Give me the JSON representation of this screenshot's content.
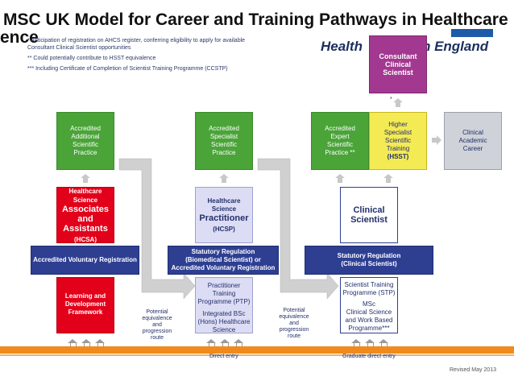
{
  "title_line1": "MSC UK Model for Career and Training Pathways in Healthcare",
  "title_line2": "ence",
  "notes": [
    "* Anticipation of registration on AHCS register, conferring eligibility to apply for available Consultant Clinical Scientist opportunities",
    "** Could potentially contribute to HSST equivalence",
    "*** Including Certificate of Completion of Scientist Training Programme (CCSTP)"
  ],
  "brand": "Health",
  "brand_tail": "n England",
  "consultant": {
    "l1": "Consultant",
    "l2": "Clinical",
    "l3": "Scientist",
    "star": "*"
  },
  "col1": {
    "green": {
      "l1": "Accredited",
      "l2": "Additional",
      "l3": "Scientific",
      "l4": "Practice"
    },
    "red": {
      "l1": "Healthcare",
      "l2": "Science",
      "l3": "Associates",
      "l4": "and Assistants",
      "l5": "(HCSA)"
    },
    "navy": "Accredited Voluntary Registration",
    "bottom": {
      "l1": "Learning and",
      "l2": "Development",
      "l3": "Framework"
    }
  },
  "col2": {
    "green": {
      "l1": "Accredited",
      "l2": "Specialist",
      "l3": "Scientific",
      "l4": "Practice"
    },
    "lav": {
      "l1": "Healthcare",
      "l2": "Science",
      "l3": "Practitioner",
      "l4": "(HCSP)"
    },
    "navy": {
      "l1": "Statutory Regulation",
      "l2": "(Biomedical Scientist) or",
      "l3": "Accredited Voluntary Registration"
    },
    "bottom": {
      "l1": "Practitioner Training",
      "l2": "Programme (PTP)",
      "l3": "Integrated BSc",
      "l4": "(Hons) Healthcare",
      "l5": "Science"
    }
  },
  "col3": {
    "green": {
      "l1": "Accredited",
      "l2": "Expert",
      "l3": "Scientific",
      "l4": "Practice **"
    },
    "yellow": {
      "l1": "Higher",
      "l2": "Specialist",
      "l3": "Scientific",
      "l4": "Training",
      "l5": "(HSST)"
    },
    "grey": {
      "l1": "Clinical",
      "l2": "Academic",
      "l3": "Career"
    },
    "white": {
      "l1": "Clinical",
      "l2": "Scientist"
    },
    "navy": {
      "l1": "Statutory Regulation",
      "l2": "(Clinical Scientist)"
    },
    "bottom": {
      "l1": "Scientist Training",
      "l2": "Programme (STP)",
      "l3": "MSc",
      "l4": "Clinical Science",
      "l5": "and Work Based",
      "l6": "Programme***"
    }
  },
  "equiv1": {
    "l1": "Potential",
    "l2": "equivalence",
    "l3": "and",
    "l4": "progression",
    "l5": "route"
  },
  "equiv2": {
    "l1": "Potential",
    "l2": "equivalence",
    "l3": "and",
    "l4": "progression",
    "l5": "route"
  },
  "direct_entry": "Direct entry",
  "graduate_entry": "Graduate direct entry",
  "revised": "Revised May 2013",
  "colors": {
    "green": "#4aa438",
    "red": "#e2001a",
    "navy": "#2e3f92",
    "lavender": "#dcdcf4",
    "yellow": "#f4ea54",
    "purple": "#a2388f",
    "grey": "#cfd2d8",
    "orange": "#f08a1c"
  }
}
